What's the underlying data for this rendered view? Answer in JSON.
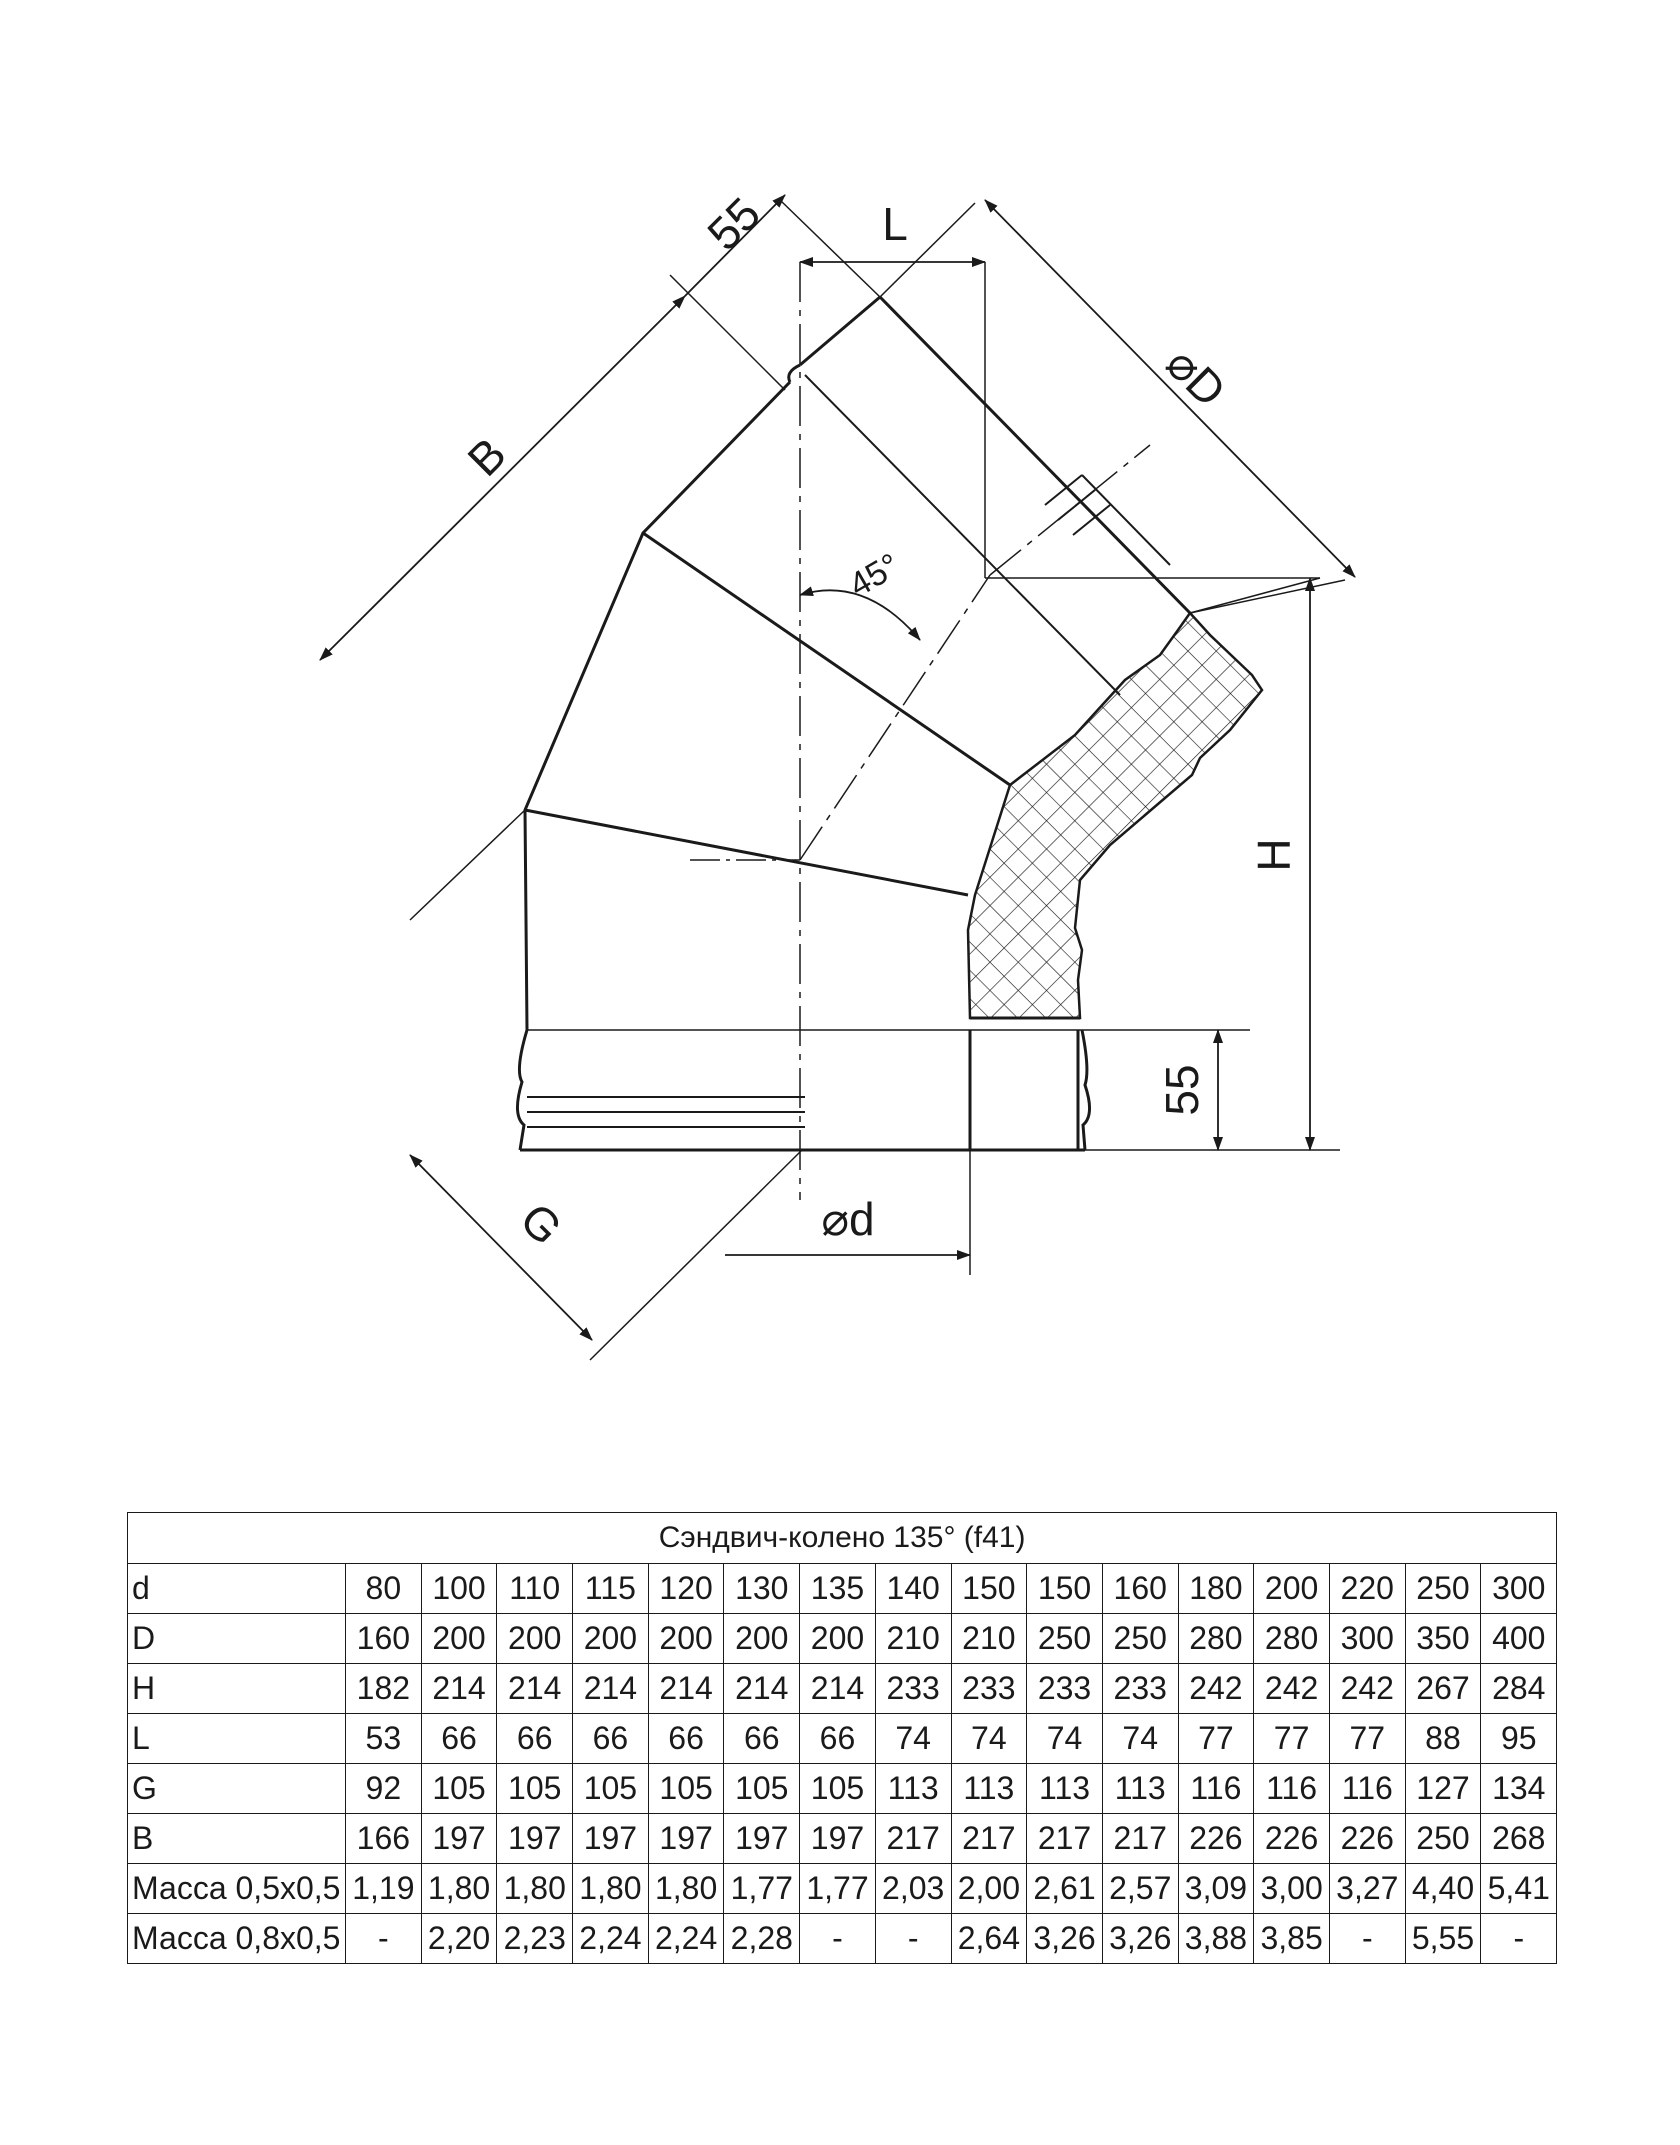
{
  "drawing": {
    "dim_labels": {
      "collar_top": "55",
      "L": "L",
      "D": "⌀D",
      "B": "B",
      "angle": "45°",
      "H": "H",
      "collar_bottom": "55",
      "G": "G",
      "d": "⌀d"
    }
  },
  "table": {
    "caption": "Сэндвич-колено 135° (f41)",
    "rows": [
      {
        "label": "d",
        "values": [
          "80",
          "100",
          "110",
          "115",
          "120",
          "130",
          "135",
          "140",
          "150",
          "150",
          "160",
          "180",
          "200",
          "220",
          "250",
          "300"
        ]
      },
      {
        "label": "D",
        "values": [
          "160",
          "200",
          "200",
          "200",
          "200",
          "200",
          "200",
          "210",
          "210",
          "250",
          "250",
          "280",
          "280",
          "300",
          "350",
          "400"
        ]
      },
      {
        "label": "H",
        "values": [
          "182",
          "214",
          "214",
          "214",
          "214",
          "214",
          "214",
          "233",
          "233",
          "233",
          "233",
          "242",
          "242",
          "242",
          "267",
          "284"
        ]
      },
      {
        "label": "L",
        "values": [
          "53",
          "66",
          "66",
          "66",
          "66",
          "66",
          "66",
          "74",
          "74",
          "74",
          "74",
          "77",
          "77",
          "77",
          "88",
          "95"
        ]
      },
      {
        "label": "G",
        "values": [
          "92",
          "105",
          "105",
          "105",
          "105",
          "105",
          "105",
          "113",
          "113",
          "113",
          "113",
          "116",
          "116",
          "116",
          "127",
          "134"
        ]
      },
      {
        "label": "B",
        "values": [
          "166",
          "197",
          "197",
          "197",
          "197",
          "197",
          "197",
          "217",
          "217",
          "217",
          "217",
          "226",
          "226",
          "226",
          "250",
          "268"
        ]
      },
      {
        "label": "Масса 0,5х0,5",
        "values": [
          "1,19",
          "1,80",
          "1,80",
          "1,80",
          "1,80",
          "1,77",
          "1,77",
          "2,03",
          "2,00",
          "2,61",
          "2,57",
          "3,09",
          "3,00",
          "3,27",
          "4,40",
          "5,41"
        ]
      },
      {
        "label": "Масса 0,8х0,5",
        "values": [
          "-",
          "2,20",
          "2,23",
          "2,24",
          "2,24",
          "2,28",
          "-",
          "-",
          "2,64",
          "3,26",
          "3,26",
          "3,88",
          "3,85",
          "-",
          "5,55",
          "-"
        ]
      }
    ]
  }
}
